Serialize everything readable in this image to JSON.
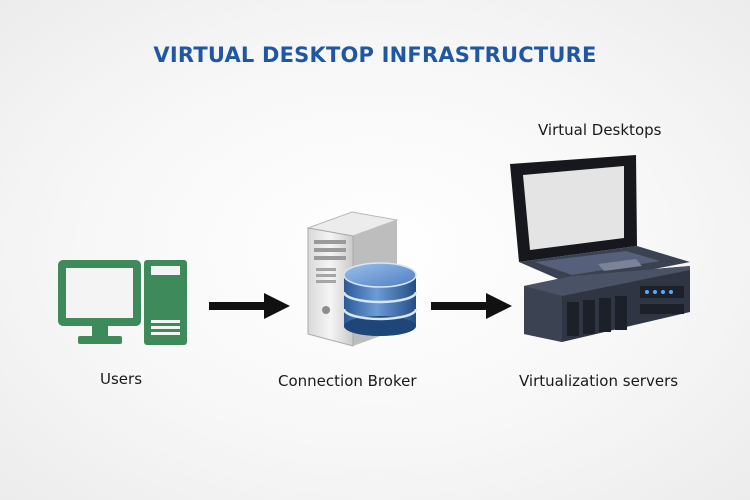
{
  "title": "VIRTUAL DESKTOP INFRASTRUCTURE",
  "nodes": {
    "users": "Users",
    "broker": "Connection Broker",
    "servers": "Virtualization servers",
    "desktops": "Virtual Desktops"
  },
  "colors": {
    "title": "#1f57a3",
    "users_green": "#3f8a5a",
    "server_dark": "#2f3542",
    "database_blue": "#3a6db0",
    "arrow": "#111111"
  },
  "icons": [
    "desktop-computer-icon",
    "server-tower-icon",
    "database-icon",
    "laptop-icon",
    "rack-server-icon",
    "arrow-right-icon"
  ]
}
